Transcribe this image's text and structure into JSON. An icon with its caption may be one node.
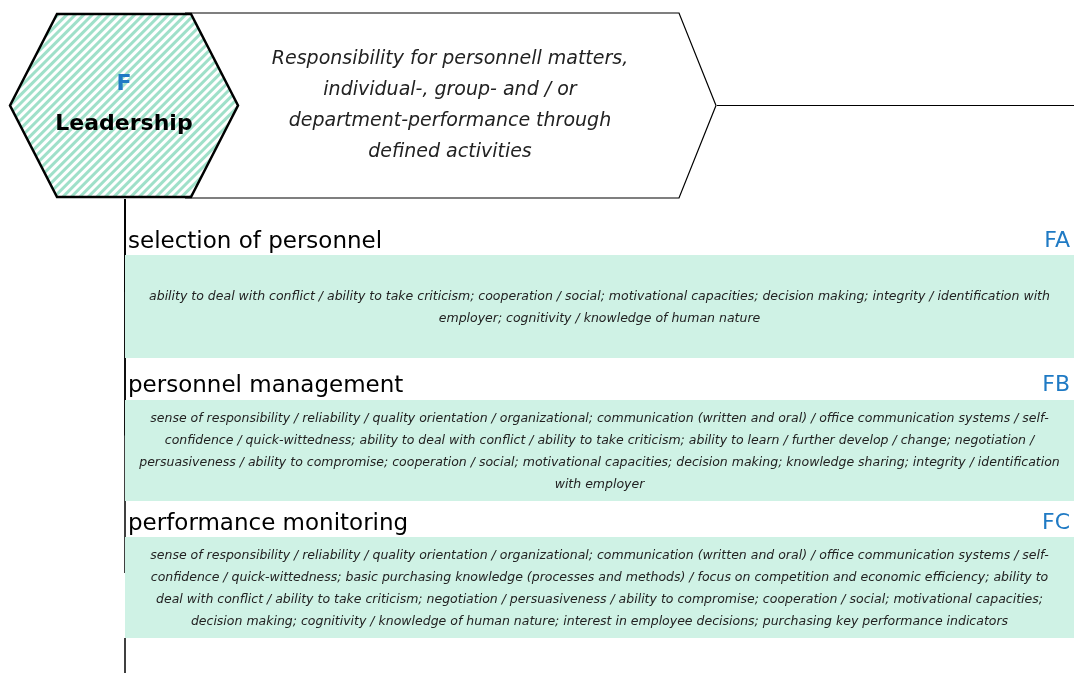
{
  "diagram": {
    "nodes": [
      {
        "text": [
          "F",
          "Leadership"
        ]
      },
      {
        "text": [
          "Responsibility for personnell matters, individual-, group- and / or department-performance through defined activities"
        ]
      },
      {
        "text": [
          "selection of personnel",
          "ability to deal with conflict / ability to take criticism; cooperation / social; motivational capacities; decision making; integrity / identification with employer; cognitivity / knowledge of human nature"
        ],
        "beside": [
          "FA"
        ]
      },
      {
        "text": [
          "personnel management",
          "sense of responsibility / reliability / quality orientation / organizational; communication (written and oral)  / office communication systems / self-confidence / quick-wittedness; ability to deal with conflict / ability to take criticism; ability to learn / further develop / change; negotiation / persuasiveness / ability to compromise; cooperation / social; motivational capacities; decision making; knowledge sharing; integrity / identification with employer"
        ],
        "beside": [
          "FB"
        ]
      },
      {
        "text": [
          "performance monitoring",
          "sense of responsibility / reliability / quality orientation / organizational; communication (written and oral)  / office communication systems / self-confidence / quick-wittedness; basic purchasing knowledge (processes and methods) / focus on competition and economic efficiency; ability to deal with conflict / ability to take criticism; negotiation / persuasiveness / ability to compromise; cooperation / social; motivational capacities; decision making; cognitivity / knowledge of human nature; interest in employee decisions; purchasing key performance indicators"
        ],
        "beside": [
          "FC"
        ]
      }
    ],
    "edges": [
      {
        "from": 0,
        "to": 2,
        "arrow": "none"
      },
      {
        "from": 0,
        "to": 3,
        "arrow": "none"
      },
      {
        "from": 0,
        "to": 4,
        "arrow": "none"
      }
    ]
  }
}
